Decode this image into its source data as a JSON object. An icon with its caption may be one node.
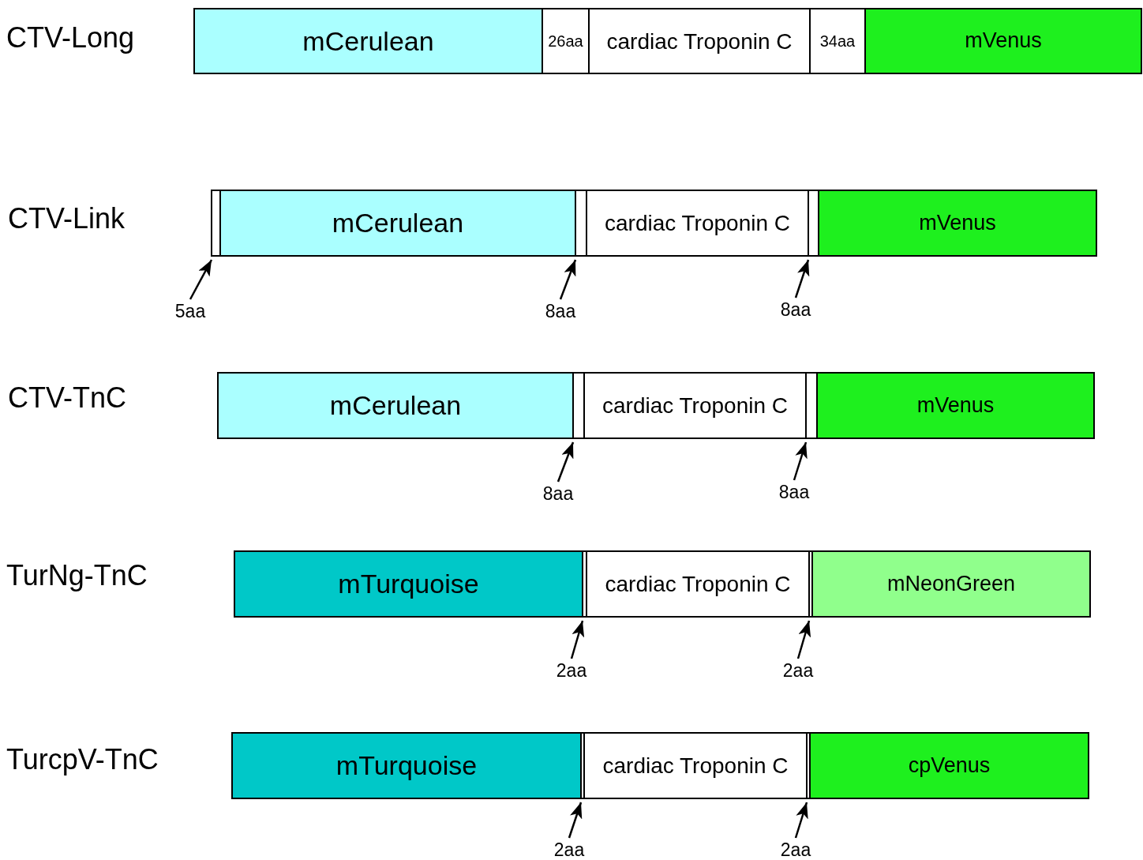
{
  "diagram": {
    "nodes": [
      {
        "text": [
          "mCerulean"
        ]
      },
      {
        "text": [
          "26aa"
        ]
      },
      {
        "text": [
          "cardiac Troponin C"
        ]
      },
      {
        "text": [
          "34aa"
        ]
      },
      {
        "text": [
          "mVenus"
        ]
      },
      {
        "text": [],
        "shape": "box"
      },
      {
        "text": [
          "mCerulean"
        ]
      },
      {
        "text": [],
        "shape": "box"
      },
      {
        "text": [
          "cardiac Troponin C"
        ]
      },
      {
        "text": [],
        "shape": "box"
      },
      {
        "text": [
          "mVenus"
        ]
      },
      {
        "text": [
          "5aa"
        ]
      },
      {
        "text": [
          "8aa"
        ]
      },
      {
        "text": [
          "8aa"
        ]
      },
      {
        "text": [
          "mCerulean"
        ]
      },
      {
        "text": [],
        "shape": "box"
      },
      {
        "text": [
          "cardiac Troponin C"
        ]
      },
      {
        "text": [],
        "shape": "box"
      },
      {
        "text": [
          "mVenus"
        ]
      },
      {
        "text": [
          "8aa"
        ]
      },
      {
        "text": [
          "8aa"
        ]
      },
      {
        "text": [
          "mTurquoise"
        ]
      },
      {
        "text": [],
        "shape": "box"
      },
      {
        "text": [
          "cardiac Troponin C"
        ]
      },
      {
        "text": [],
        "shape": "box"
      },
      {
        "text": [
          "mNeonGreen"
        ]
      },
      {
        "text": [
          "2aa"
        ]
      },
      {
        "text": [
          "2aa"
        ]
      },
      {
        "text": [
          "mTurquoise"
        ]
      },
      {
        "text": [],
        "shape": "box"
      },
      {
        "text": [
          "cardiac Troponin C"
        ]
      },
      {
        "text": [],
        "shape": "box"
      },
      {
        "text": [
          "cpVenus"
        ]
      },
      {
        "text": [
          "2aa"
        ]
      },
      {
        "text": [
          "2aa"
        ]
      }
    ],
    "edges": [
      {
        "from": 11,
        "to": 5,
        "arrow": "to"
      },
      {
        "from": 12,
        "to": 7,
        "arrow": "to"
      },
      {
        "from": 13,
        "to": 9,
        "arrow": "to"
      },
      {
        "from": 19,
        "to": 15,
        "arrow": "to"
      },
      {
        "from": 20,
        "to": 17,
        "arrow": "to"
      },
      {
        "from": 26,
        "to": 22,
        "arrow": "to"
      },
      {
        "from": 27,
        "to": 24,
        "arrow": "to"
      },
      {
        "from": 33,
        "to": 29,
        "arrow": "to"
      },
      {
        "from": 34,
        "to": 31,
        "arrow": "to"
      }
    ],
    "labels": [
      "CTV-Long",
      "CTV-Link",
      "CTV-TnC",
      "TurNg-TnC",
      "TurcpV-TnC"
    ]
  }
}
